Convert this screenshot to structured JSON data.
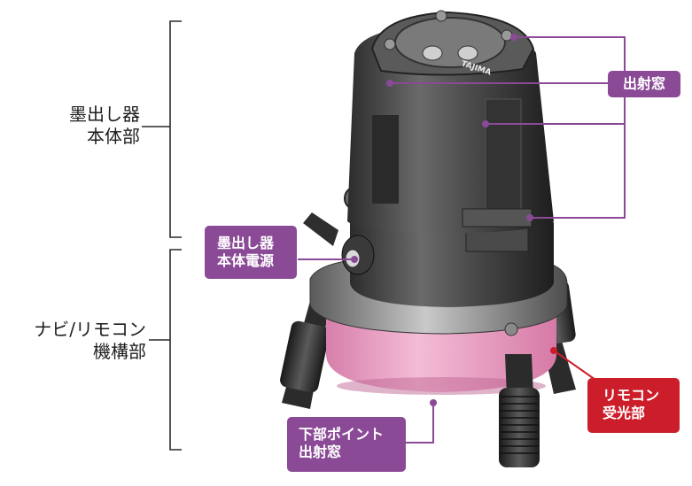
{
  "labels": {
    "main_body": [
      "墨出し器",
      "本体部"
    ],
    "navi_remote": [
      "ナビ/リモコン",
      "機構部"
    ],
    "emission_window": "出射窓",
    "main_power": [
      "墨出し器",
      "本体電源"
    ],
    "remote_receiver": [
      "リモコン",
      "受光部"
    ],
    "bottom_point": [
      "下部ポイント",
      "出射窓"
    ]
  },
  "device_markings": {
    "brand": "TAJIMA"
  },
  "colors": {
    "callout_purple": "#8a4a96",
    "callout_red": "#cc1e2a",
    "receiver_ring": "#efa8c9",
    "body_dark": "#3a3a3a",
    "bracket_line": "#2a2a2a"
  }
}
